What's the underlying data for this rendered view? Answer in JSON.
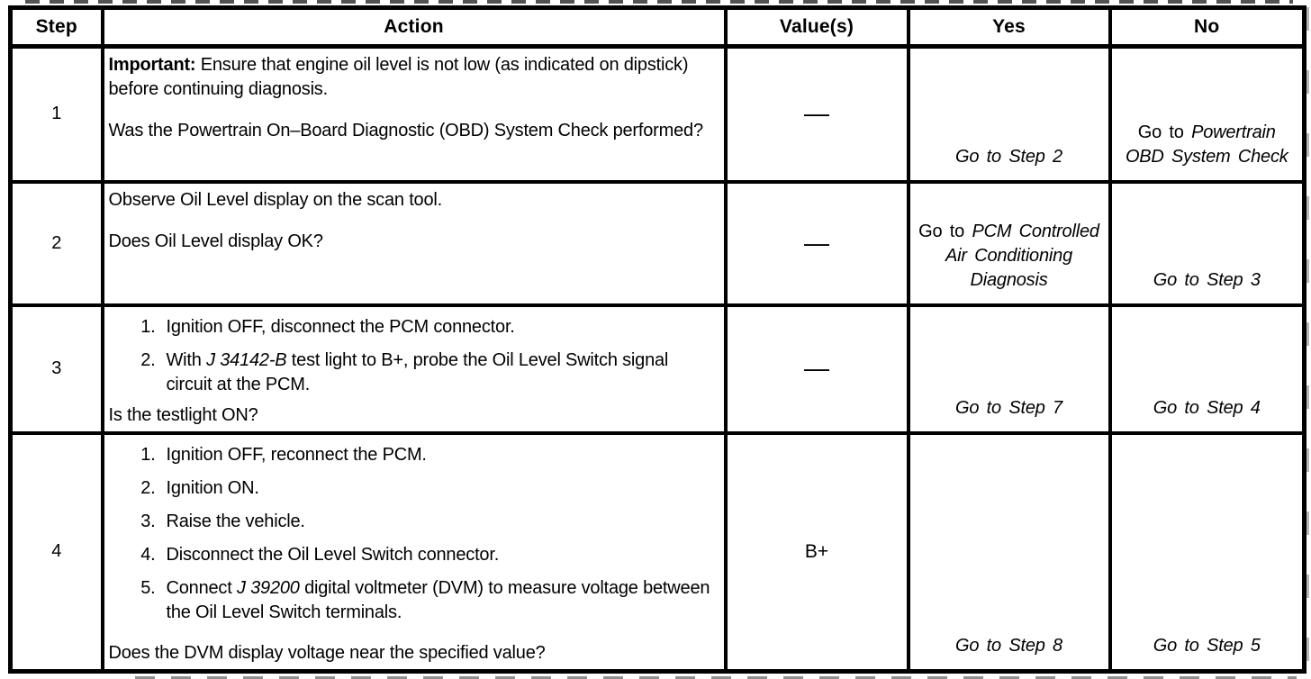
{
  "table": {
    "headers": {
      "step": "Step",
      "action": "Action",
      "values": "Value(s)",
      "yes": "Yes",
      "no": "No"
    },
    "rows": [
      {
        "step": "1",
        "action": {
          "p1_bold": "Important:",
          "p1_rest": " Ensure that engine oil level is not low (as indicated on dipstick) before continuing diagnosis.",
          "p2": "Was the Powertrain On–Board Diagnostic (OBD) System Check performed?"
        },
        "value": "—",
        "yes": {
          "goto_italic": "Go to Step 2"
        },
        "no": {
          "prefix": "Go to ",
          "italic": "Powertrain OBD System Check"
        }
      },
      {
        "step": "2",
        "action": {
          "p1": "Observe Oil Level display on the scan tool.",
          "p2": "Does Oil Level display OK?"
        },
        "value": "—",
        "yes": {
          "prefix": "Go to ",
          "italic": "PCM Controlled Air Conditioning Diagnosis"
        },
        "no": {
          "goto_italic": "Go to Step 3"
        }
      },
      {
        "step": "3",
        "action": {
          "list": [
            {
              "num": "1.",
              "pre": "Ignition OFF, disconnect the PCM connector.",
              "italic": "",
              "post": ""
            },
            {
              "num": "2.",
              "pre": "With ",
              "italic": "J 34142-B",
              "post": " test light to B+, probe the Oil Level Switch signal circuit at the PCM."
            }
          ],
          "question": "Is the testlight ON?"
        },
        "value": "—",
        "yes": {
          "goto_italic": "Go to Step 7"
        },
        "no": {
          "goto_italic": "Go to Step 4"
        }
      },
      {
        "step": "4",
        "action": {
          "list": [
            {
              "num": "1.",
              "pre": "Ignition OFF, reconnect the PCM.",
              "italic": "",
              "post": ""
            },
            {
              "num": "2.",
              "pre": "Ignition ON.",
              "italic": "",
              "post": ""
            },
            {
              "num": "3.",
              "pre": "Raise the vehicle.",
              "italic": "",
              "post": ""
            },
            {
              "num": "4.",
              "pre": "Disconnect the Oil Level Switch connector.",
              "italic": "",
              "post": ""
            },
            {
              "num": "5.",
              "pre": "Connect ",
              "italic": "J 39200",
              "post": " digital voltmeter (DVM) to measure voltage between the Oil Level Switch terminals."
            }
          ],
          "question": "Does the DVM display voltage near the specified value?"
        },
        "value": "B+",
        "yes": {
          "goto_italic": "Go to Step 8"
        },
        "no": {
          "goto_italic": "Go to Step 5"
        }
      }
    ]
  }
}
